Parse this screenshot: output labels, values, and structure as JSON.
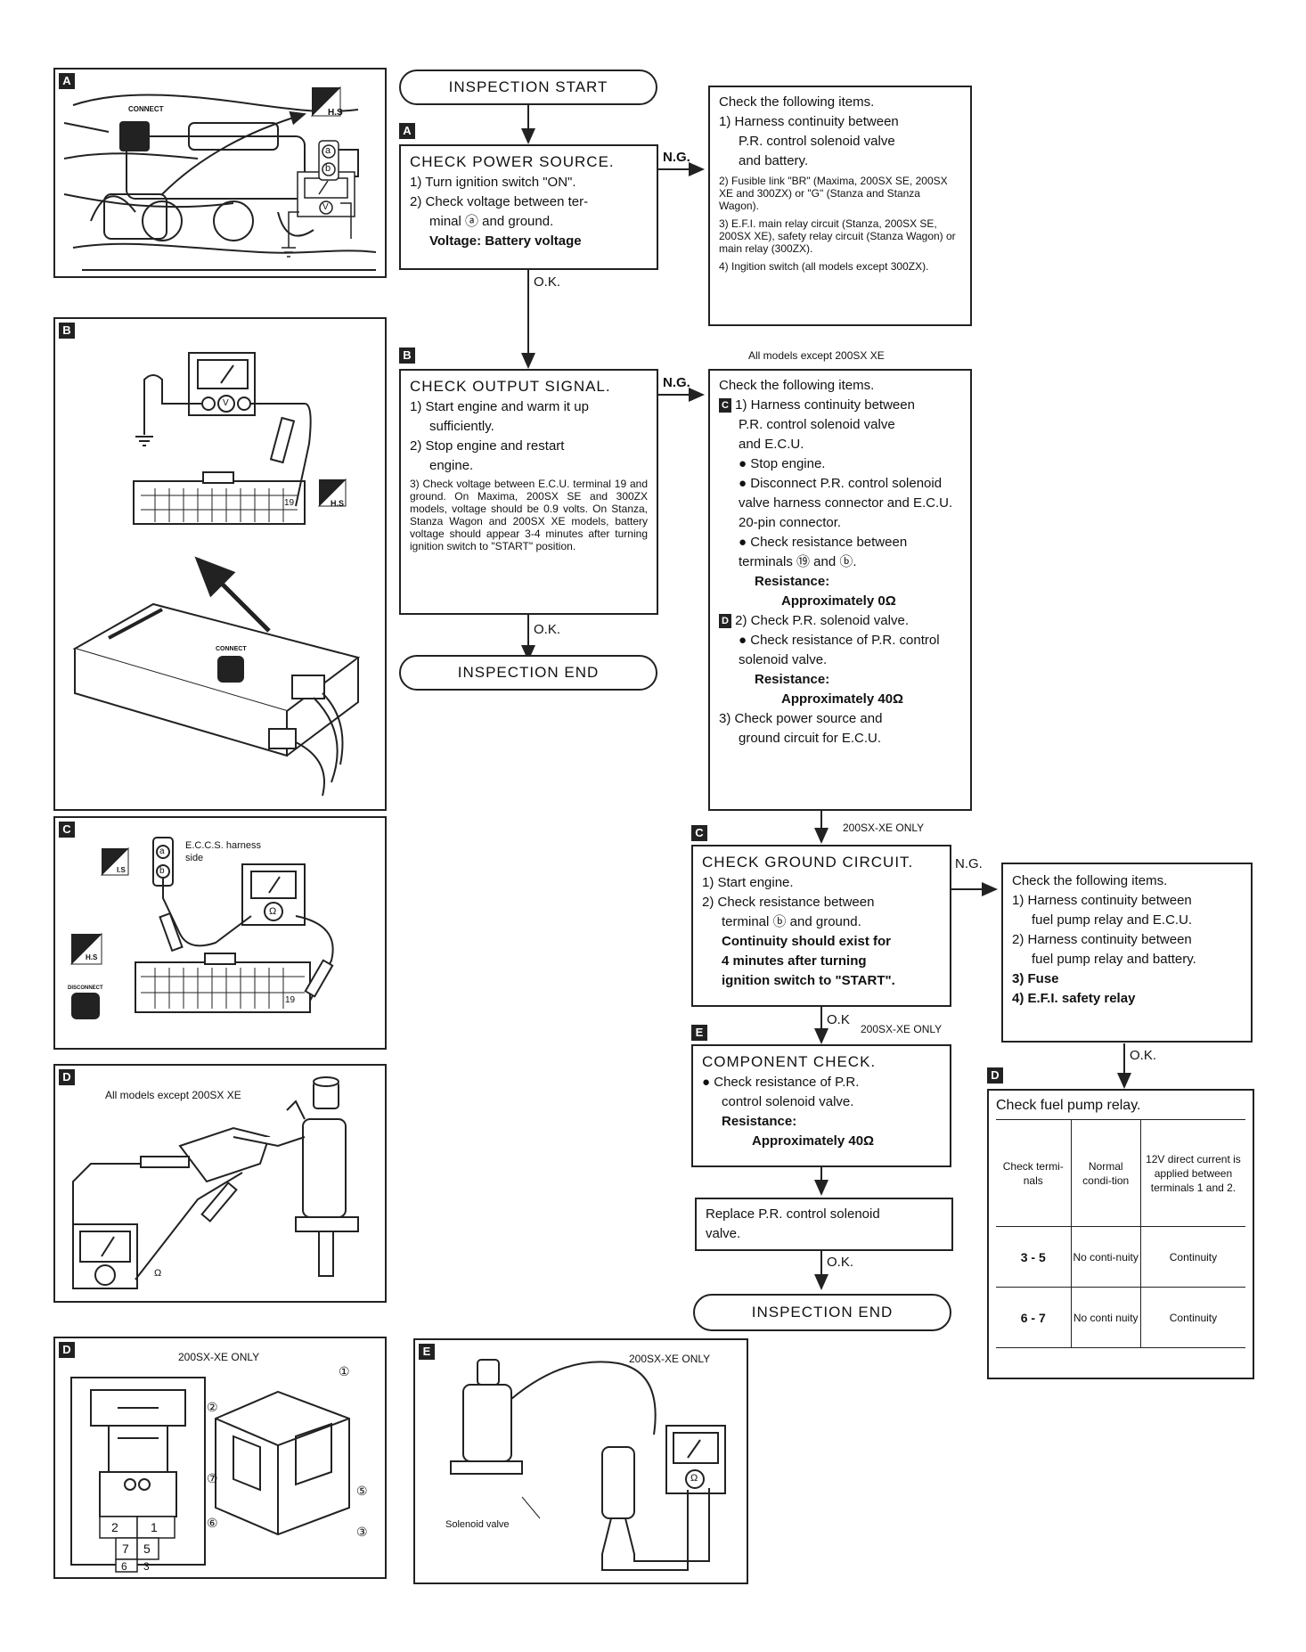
{
  "flow": {
    "start_label": "INSPECTION START",
    "end_label": "INSPECTION END",
    "ng_label": "N.G.",
    "ok_label": "O.K.",
    "ok_label_short": "O.K",
    "section_a": {
      "tag": "A",
      "title": "CHECK POWER SOURCE.",
      "steps": [
        "1) Turn ignition switch \"ON\".",
        "2) Check voltage between ter-",
        "minal ⓐ and ground."
      ],
      "voltage_label": "Voltage:",
      "voltage_value": "Battery voltage"
    },
    "section_a_ng": {
      "header": "Check the following items.",
      "item1": [
        "1) Harness continuity between",
        "P.R. control solenoid valve",
        "and battery."
      ],
      "item2": "2) Fusible link \"BR\" (Maxima, 200SX SE, 200SX XE and 300ZX) or \"G\" (Stanza and Stanza Wagon).",
      "item3": "3) E.F.I. main relay circuit (Stanza, 200SX SE, 200SX XE), safety relay circuit (Stanza Wagon) or main relay (300ZX).",
      "item4": "4) Ingition switch (all models except 300ZX)."
    },
    "section_b": {
      "tag": "B",
      "title": "CHECK OUTPUT SIGNAL.",
      "steps": [
        "1) Start engine and warm it up",
        "sufficiently.",
        "2) Stop engine and restart",
        "engine."
      ],
      "step3": "3) Check voltage between E.C.U. terminal 19 and ground. On Maxima, 200SX SE and 300ZX models, voltage should be 0.9 volts. On Stanza, Stanza Wagon and 200SX XE models, battery voltage should appear 3-4 minutes after turning ignition switch to \"START\" position."
    },
    "section_b_ng": {
      "caption": "All models except 200SX XE",
      "header": "Check the following items.",
      "item1": [
        "1) Harness continuity between",
        "P.R. control solenoid valve",
        "and E.C.U."
      ],
      "item1_bullets": [
        "Stop engine.",
        "Disconnect P.R. control solenoid valve harness connector and E.C.U. 20-pin connector.",
        "Check resistance between terminals ⑲ and ⓑ."
      ],
      "resistance_label": "Resistance:",
      "resistance_1": "Approximately 0Ω",
      "item2": "2) Check P.R. solenoid valve.",
      "item2_bullet": "Check resistance of P.R. control solenoid valve.",
      "resistance_2": "Approximately 40Ω",
      "item3": [
        "3) Check power source and",
        "ground circuit for E.C.U."
      ],
      "tag_c": "C",
      "tag_d": "D"
    },
    "only_caption": "200SX-XE ONLY",
    "section_c": {
      "tag": "C",
      "title": "CHECK GROUND CIRCUIT.",
      "steps": [
        "1) Start engine.",
        "2) Check resistance between",
        "terminal ⓑ and ground."
      ],
      "continuity": [
        "Continuity should exist for",
        "4 minutes after turning",
        "ignition switch to \"START\"."
      ]
    },
    "section_c_ng": {
      "header": "Check the following items.",
      "items": [
        "1) Harness continuity between",
        "fuel pump relay and E.C.U.",
        "2) Harness continuity between",
        "fuel pump relay and battery.",
        "3) Fuse",
        "4) E.F.I. safety relay"
      ]
    },
    "section_e": {
      "tag": "E",
      "title": "COMPONENT CHECK.",
      "bullet": [
        "Check resistance of P.R.",
        "control solenoid valve."
      ],
      "resistance_label": "Resistance:",
      "resistance": "Approximately 40Ω"
    },
    "replace": [
      "Replace P.R. control solenoid",
      "valve."
    ],
    "section_d": {
      "tag": "D",
      "title": "Check fuel pump relay.",
      "headers": [
        "Check termi-nals",
        "Normal condi-tion",
        "12V direct current is applied between terminals 1 and 2."
      ],
      "rows": [
        [
          "3 - 5",
          "No conti-nuity",
          "Continuity"
        ],
        [
          "6 - 7",
          "No conti nuity",
          "Continuity"
        ]
      ]
    }
  },
  "figures": {
    "a": {
      "tag": "A",
      "connect": "CONNECT",
      "hs": "H.S",
      "pin_a": "a",
      "pin_b": "b",
      "meter": "V"
    },
    "b": {
      "tag": "B",
      "pin": "19",
      "connect": "CONNECT",
      "hs": "H.S",
      "meter": "V"
    },
    "c": {
      "tag": "C",
      "label": "E.C.C.S. harness side",
      "pin": "19",
      "hs": "H.S",
      "is": "I.S",
      "disconnect": "DISCONNECT",
      "pin_a": "a",
      "pin_b": "b",
      "meter": "Ω"
    },
    "d1": {
      "tag": "D",
      "caption": "All models except 200SX XE",
      "meter": "Ω"
    },
    "d2": {
      "tag": "D",
      "caption": "200SX-XE ONLY",
      "pins": [
        "2",
        "1",
        "7",
        "5",
        "6",
        "3"
      ],
      "callouts": [
        "①",
        "②",
        "⑦",
        "⑥",
        "⑤",
        "③"
      ]
    },
    "e": {
      "tag": "E",
      "caption": "200SX-XE ONLY",
      "label": "Solenoid valve",
      "meter": "Ω"
    }
  }
}
